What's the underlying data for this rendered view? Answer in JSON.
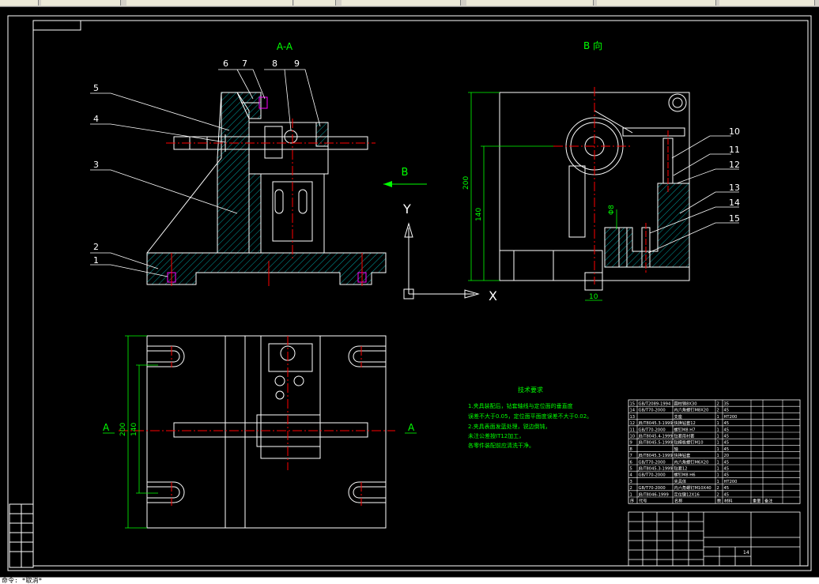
{
  "colors": {
    "background": "#000000",
    "outline": "#ffffff",
    "centerline": "#ff0000",
    "dimension": "#00ff00",
    "hatch": "#00c8c8",
    "part": "#ff00ff"
  },
  "toolbar": {
    "icons": [
      "layer-icon",
      "properties-icon",
      "match-icon"
    ]
  },
  "views": {
    "section_aa": "A-A",
    "view_b": "B 向",
    "view_b_arrow": "B",
    "section_mark_left": "A",
    "section_mark_right": "A"
  },
  "axes": {
    "x": "X",
    "y": "Y"
  },
  "callouts_left": [
    "1",
    "2",
    "3",
    "4",
    "5",
    "6",
    "7",
    "8",
    "9"
  ],
  "callouts_right": [
    "10",
    "11",
    "12",
    "13",
    "14",
    "15"
  ],
  "dimensions": {
    "view_b_height": "200",
    "view_b_inner": "140",
    "view_b_hole": "Φ8",
    "view_b_bottom": "10",
    "plan_outer": "200",
    "plan_inner": "140"
  },
  "notes": {
    "title": "技术要求",
    "line1": "1.夹具装配后，钻套轴线与定位面的垂直度",
    "line2": "误差不大于0.05，定位面平面度误差不大于0.02。",
    "line3": "2.夹具表面发蓝处理，锐边倒钝，",
    "line4": "未注公差按IT12加工，",
    "line5": "各零件装配前应清洗干净。"
  },
  "bom": {
    "rows": [
      {
        "no": "15",
        "std": "GB/T2089-1994",
        "name": "圆柱销8X30",
        "qty": "2",
        "mat": "35"
      },
      {
        "no": "14",
        "std": "GB/T70-2000",
        "name": "内六角螺钉M8X20",
        "qty": "2",
        "mat": "45"
      },
      {
        "no": "13",
        "std": "",
        "name": "支座",
        "qty": "1",
        "mat": "HT200"
      },
      {
        "no": "12",
        "std": "JB/T8045.3-1999",
        "name": "快换钻套12",
        "qty": "1",
        "mat": "45"
      },
      {
        "no": "11",
        "std": "GB/T70-2000",
        "name": "螺钉M8 H7",
        "qty": "1",
        "mat": "45"
      },
      {
        "no": "10",
        "std": "JB/T8045.4-1999",
        "name": "钻套用衬套",
        "qty": "1",
        "mat": "45"
      },
      {
        "no": "9",
        "std": "JB/T8045.5-1999",
        "name": "钻模板螺钉M10",
        "qty": "1",
        "mat": "45"
      },
      {
        "no": "8",
        "std": "",
        "name": "轴",
        "qty": "1",
        "mat": "45"
      },
      {
        "no": "7",
        "std": "JB/T8045.3-1999",
        "name": "快换钻套",
        "qty": "1",
        "mat": "20"
      },
      {
        "no": "6",
        "std": "GB/T70-2000",
        "name": "内六角螺钉M6X20",
        "qty": "1",
        "mat": "45"
      },
      {
        "no": "5",
        "std": "JB/T8045.3-1999",
        "name": "钻套12",
        "qty": "1",
        "mat": "45"
      },
      {
        "no": "4",
        "std": "GB/T70-2000",
        "name": "螺钉M8 H6",
        "qty": "1",
        "mat": "45"
      },
      {
        "no": "3",
        "std": "",
        "name": "夹具体",
        "qty": "1",
        "mat": "HT200"
      },
      {
        "no": "2",
        "std": "GB/T70-2000",
        "name": "内六角螺钉M10X40",
        "qty": "2",
        "mat": "45"
      },
      {
        "no": "1",
        "std": "JB/T8046-1999",
        "name": "定位键12X16",
        "qty": "2",
        "mat": "45"
      }
    ],
    "header": {
      "no": "序",
      "std": "代号",
      "name": "名称",
      "qty": "数",
      "mat": "材料",
      "weight": "重量",
      "remark": "备注"
    }
  },
  "title_block": {
    "sheet": "14"
  },
  "command_line": "命令: *取消*"
}
